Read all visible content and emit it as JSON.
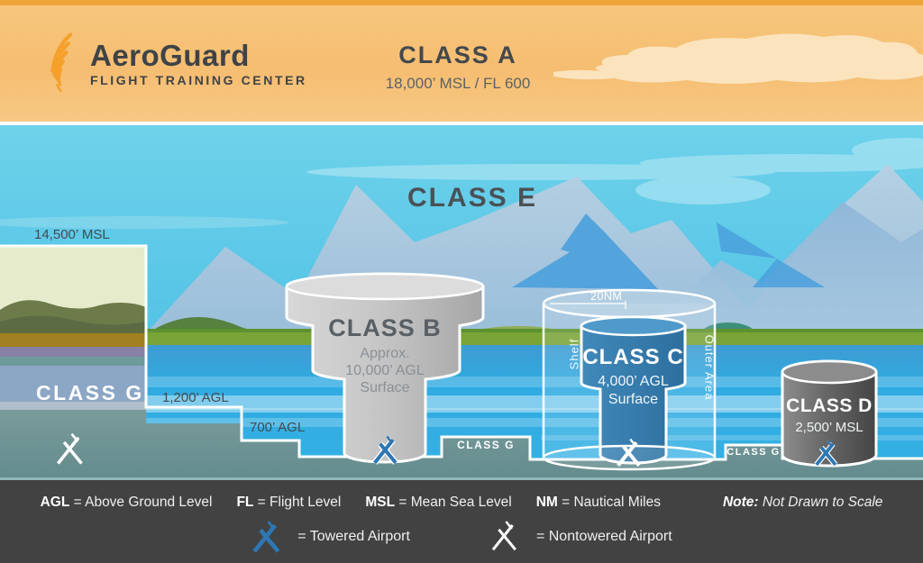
{
  "colors": {
    "banner_top_strip": "#f0a43c",
    "banner_orange": "#f6c279",
    "banner_cloud": "#fae3bd",
    "sky_blue": "#55c4e6",
    "water_blue": "#2fade3",
    "green_band": "#79a436",
    "ground_teal": "#6f9595",
    "class_b_gray": "#c2c2c2",
    "class_c_blue": "#3584b5",
    "class_d_gray": "#676767",
    "towered_blue": "#2d77b4",
    "boundary_white": "#ffffff",
    "legend_bg": "#424242",
    "legend_top_line": "#8fb8ba",
    "dark_text": "#434a4f"
  },
  "header": {
    "logo": {
      "brand": "AeroGuard",
      "tagline": "FLIGHT TRAINING CENTER"
    },
    "class_a": {
      "title": "CLASS A",
      "subtitle": "18,000’ MSL / FL 600"
    }
  },
  "scene": {
    "class_e": "CLASS E",
    "msl_14500": "14,500’ MSL",
    "agl_1200": "1,200’ AGL",
    "agl_700": "700’ AGL",
    "class_g_left": "CLASS G",
    "class_g_block1": "CLASS G",
    "class_g_block2": "CLASS G",
    "class_b": {
      "title": "CLASS B",
      "line1": "Approx.",
      "line2": "10,000’ AGL",
      "line3": "Surface"
    },
    "class_c": {
      "title": "CLASS C",
      "line1": "4,000’ AGL",
      "line2": "Surface",
      "radius_label": "20NM",
      "shelf_label": "Shelf",
      "outer_area_label": "Outer Area"
    },
    "class_d": {
      "title": "CLASS D",
      "line1": "2,500’ MSL"
    }
  },
  "legend": {
    "abbreviations": [
      {
        "abbr": "AGL",
        "rest": " = Above Ground Level"
      },
      {
        "abbr": "FL",
        "rest": " = Flight Level"
      },
      {
        "abbr": "MSL",
        "rest": " = Mean Sea Level"
      },
      {
        "abbr": "NM",
        "rest": " = Nautical Miles"
      }
    ],
    "note": {
      "label": "Note:",
      "rest": " Not Drawn to Scale"
    },
    "towered_label": "= Towered Airport",
    "nontowered_label": "= Nontowered Airport"
  }
}
